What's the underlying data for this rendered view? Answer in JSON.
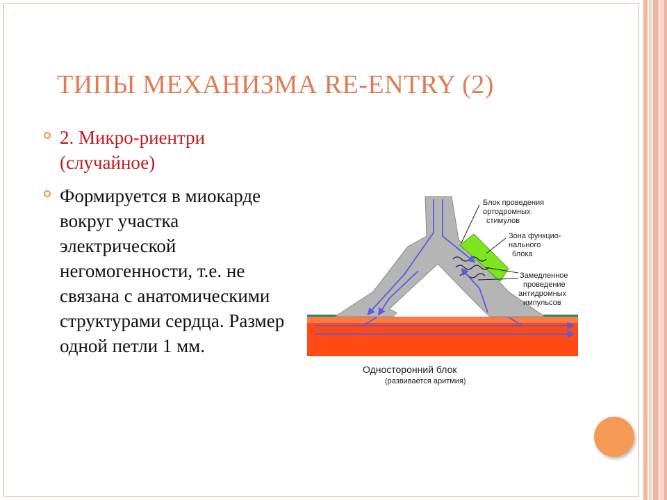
{
  "slide": {
    "title": "ТИПЫ МЕХАНИЗМА RE-ENTRY (2)",
    "bullets": [
      "2. Микро-риентри (случайное)",
      "Формируется в миокарде вокруг участка электрической негомогенности, т.е. не связана с анатомическими структурами сердца. Размер одной петли 1 мм."
    ]
  },
  "diagram": {
    "labels": {
      "block_line1": "Блок проведения",
      "block_line2": "ортодромных",
      "block_line3": "стимулов",
      "zone_line1": "Зона функцио-",
      "zone_line2": "нального",
      "zone_line3": "блока",
      "slow_line1": "Замедленное",
      "slow_line2": "проведение",
      "slow_line3": "антидромных",
      "slow_line4": "импульсов",
      "caption": "Односторонний блок",
      "caption_sub": "(развивается аритмия)"
    },
    "colors": {
      "fiber": "#b5b5b5",
      "muscle": "#ff4a14",
      "muscle_band": "#ff7a40",
      "zone": "#7ee61e",
      "pathway": "#5a5ae6",
      "teal": "#1c8a6e"
    }
  },
  "theme": {
    "title_color": "#e27a52",
    "bullet_dot_color": "#f0903a",
    "accent_circle": "#f49a55",
    "stripe_colors": [
      "#f4b49e",
      "#f9d3c4",
      "#f4b49e",
      "#f9d3c4",
      "#f4b49e"
    ]
  }
}
